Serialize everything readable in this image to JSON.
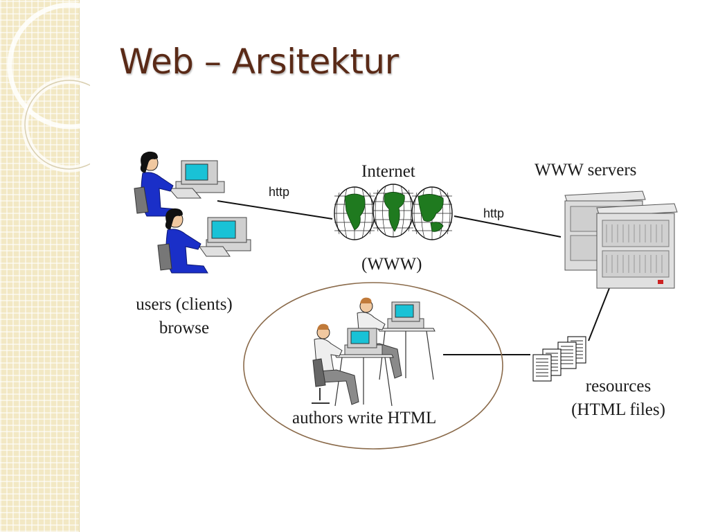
{
  "slide": {
    "title": "Web – Arsitektur"
  },
  "diagram": {
    "labels": {
      "internet": "Internet",
      "www_paren": "(WWW)",
      "www_servers": "WWW servers",
      "http_left": "http",
      "http_right": "http",
      "users_line1": "users (clients)",
      "users_line2": "browse",
      "authors": "authors write HTML",
      "resources_line1": "resources",
      "resources_line2": "(HTML files)"
    },
    "nodes": [
      "users (clients) browse",
      "Internet (WWW)",
      "WWW servers",
      "resources (HTML files)",
      "authors write HTML"
    ],
    "edges": [
      {
        "from": "users (clients) browse",
        "to": "Internet (WWW)",
        "label": "http"
      },
      {
        "from": "Internet (WWW)",
        "to": "WWW servers",
        "label": "http"
      },
      {
        "from": "WWW servers",
        "to": "resources (HTML files)",
        "label": ""
      },
      {
        "from": "authors write HTML",
        "to": "resources (HTML files)",
        "label": ""
      }
    ],
    "colors": {
      "title": "#5a2a17",
      "user_clothing": "#1a2fc8",
      "globe_land": "#1f7a1f",
      "screen": "#19c2d6",
      "ellipse": "#8a6a4a"
    }
  }
}
